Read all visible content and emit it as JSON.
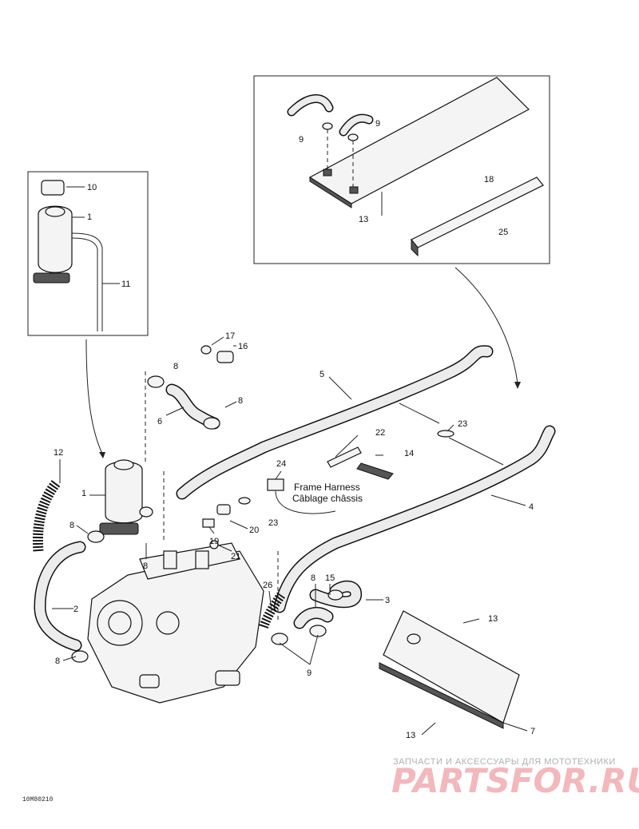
{
  "callouts": [
    "1",
    "2",
    "3",
    "4",
    "5",
    "6",
    "7",
    "8",
    "9",
    "10",
    "11",
    "12",
    "13",
    "14",
    "15",
    "16",
    "17",
    "18",
    "19",
    "20",
    "21",
    "22",
    "23",
    "24",
    "25",
    "26"
  ],
  "frame_harness_en": "Frame Harness",
  "frame_harness_fr": "Câblage châssis",
  "figure_code": "10M80210",
  "watermark": {
    "line1": "ЗАПЧАСТИ И АКСЕССУАРЫ ДЛЯ МОТОТЕХНИКИ",
    "line2": "PARTSFOR.RU"
  }
}
